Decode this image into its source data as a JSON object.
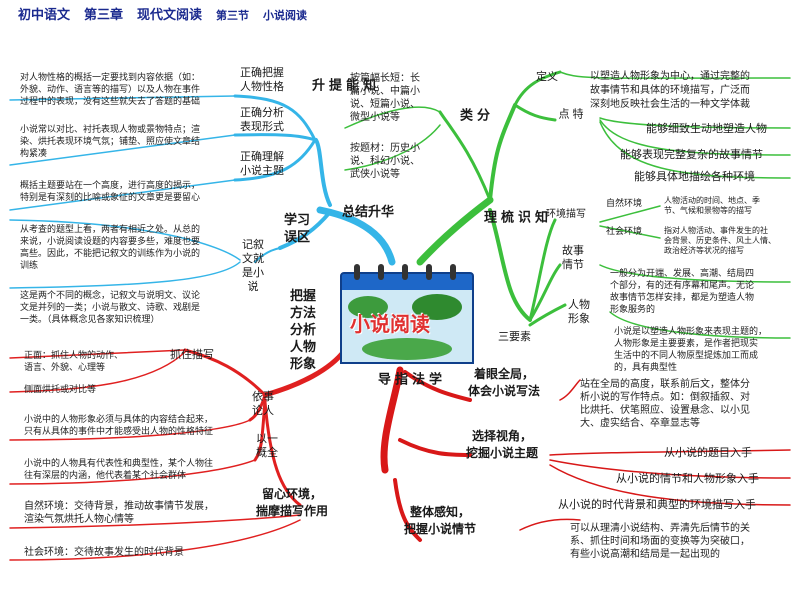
{
  "title": {
    "subject": "初中语文",
    "chapter": "第三章",
    "topic": "现代文阅读",
    "section": "第三节",
    "section_topic": "小说阅读"
  },
  "center": {
    "label": "小说阅读"
  },
  "branches": {
    "summary": {
      "label": "总结升华",
      "improve": {
        "label": "知\n能\n提\n升",
        "items": [
          {
            "tag": "正确把握\n人物性格",
            "text": "对人物性格的概括一定要找到内容依据（如：\n外貌、动作、语言等的描写）以及人物在事件\n过程中的表现，没有这些就失去了答题的基础"
          },
          {
            "tag": "正确分析\n表现形式",
            "text": "小说常以对比、衬托表现人物或景物特点；渲\n染、烘托表现环境气氛；铺垫、照应使文章结\n构紧凑"
          },
          {
            "tag": "正确理解\n小说主题",
            "text": "概括主题要站在一个高度，进行高度的揭示，\n特别是有深刻的比喻或象征的文章更是要留心"
          }
        ]
      },
      "mistakes": {
        "label": "学习\n误区",
        "sub": "记叙\n文就\n是小\n说",
        "items": [
          "从考查的题型上看，两者有相近之处。从总的\n来说，小说阅读设题的内容要多些，难度也要\n高些。因此，不能把记叙文的训练作为小说的\n训练",
          "这是两个不同的概念，记叙文与说明文、议论\n文是并列的一类；小说与散文、诗歌、戏剧是\n一类。（具体概念见各家知识梳理）"
        ]
      }
    },
    "knowledge": {
      "label": "知\n识\n梳\n理",
      "classify": {
        "label": "分\n类",
        "items": [
          "按篇幅长短：长\n篇小说、中篇小\n说、短篇小说、\n微型小说等",
          "按题材：历史小\n说、科幻小说、\n武侠小说等"
        ]
      },
      "definition": {
        "label": "定义",
        "text": "以塑造人物形象为中心，通过完整的\n故事情节和具体的环境描写，广泛而\n深刻地反映社会生活的一种文学体裁"
      },
      "features": {
        "label": "特\n点",
        "items": [
          "能够细致生动地塑造人物",
          "能够表现完整复杂的故事情节",
          "能够具体地描绘各种环境"
        ]
      },
      "elements": {
        "label": "三要素",
        "environment": {
          "label": "环境描写",
          "natural": {
            "label": "自然环境",
            "text": "人物活动的时间、地点、季\n节、气候和景物等的描写"
          },
          "social": {
            "label": "社会环境",
            "text": "指对人物活动、事件发生的社\n会背景、历史条件、风土人情、\n政治经济等状况的描写"
          }
        },
        "plot": {
          "label": "故事\n情节",
          "text": "一般分为开端、发展、高潮、结局四\n个部分，有的还有序幕和尾声。无论\n故事情节怎样安排，都是为塑造人物\n形象服务的"
        },
        "character": {
          "label": "人物\n形象",
          "text": "小说是以塑造人物形象来表现主题的，\n人物形象是主要要素，是作者把现实\n生活中的不同人物原型提炼加工而成\n的，具有典型性"
        }
      }
    },
    "method": {
      "label": "把握\n方法\n分析\n人物\n形象",
      "grasp": {
        "label": "抓住描写",
        "items": [
          "正面：抓住人物的动作、\n语言、外貌、心理等",
          "侧面烘托或对比等"
        ]
      },
      "fact": {
        "label": "依事\n论人",
        "text": "小说中的人物形象必须与具体的内容结合起来，\n只有从具体的事件中才能感受出人物的性格特征"
      },
      "general": {
        "label": "以一\n概全",
        "text": "小说中的人物具有代表性和典型性，某个人物往\n往有深层的内涵，他代表着某个社会群体"
      },
      "env": {
        "label": "留心环境，\n揣摩描写作用",
        "items": [
          "自然环境：交待背景，推动故事情节发展，\n渲染气氛烘托人物心情等",
          "社会环境：交待故事发生的时代背景"
        ]
      }
    },
    "guide": {
      "label": "学\n法\n指\n导",
      "overall": {
        "label": "着眼全局，\n体会小说写法",
        "text": "站在全局的高度，联系前后文，整体分\n析小说的写作特点。如：倒叙插叙、对\n比烘托、伏笔照应、设置悬念、以小见\n大、虚实结合、卒章显志等"
      },
      "angle": {
        "label": "选择视角，\n挖掘小说主题",
        "items": [
          "从小说的题目入手",
          "从小说的情节和人物形象入手",
          "从小说的时代背景和典型的环境描写入手"
        ]
      },
      "sense": {
        "label": "整体感知，\n把握小说情节",
        "text": "可以从理清小说结构、弄清先后情节的关\n系、抓住时间和场面的变换等为突破口，\n有些小说高潮和结局是一起出现的"
      }
    }
  },
  "colors": {
    "summary": "#35b5e8",
    "knowledge": "#3cbf3c",
    "method": "#e02020",
    "guide": "#d81818",
    "title": "#1b2a8f"
  }
}
